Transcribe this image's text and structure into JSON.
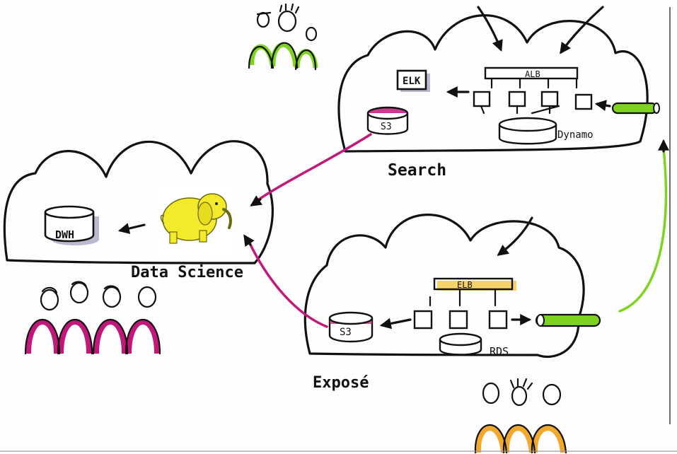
{
  "clouds": {
    "search": {
      "label": "Search"
    },
    "data_science": {
      "label": "Data Science"
    },
    "expose": {
      "label": "Exposé"
    }
  },
  "nodes": {
    "elk": "ELK",
    "alb_search": "ALB",
    "s3_search": "S3",
    "dynamo": "Dynamo",
    "dwh": "DWH",
    "elb_expose": "ELB",
    "s3_expose": "S3",
    "rds": "RDS"
  },
  "colors": {
    "ink": "#111111",
    "green": "#7ed321",
    "magenta": "#c2187a",
    "orange": "#f0a830",
    "yellow": "#f2ea2a",
    "gold": "#f5d36a",
    "shadow": "#b9b9cf"
  },
  "icons": {
    "hadoop": "yellow-elephant-icon",
    "people": "stick-figure-group-icon"
  }
}
